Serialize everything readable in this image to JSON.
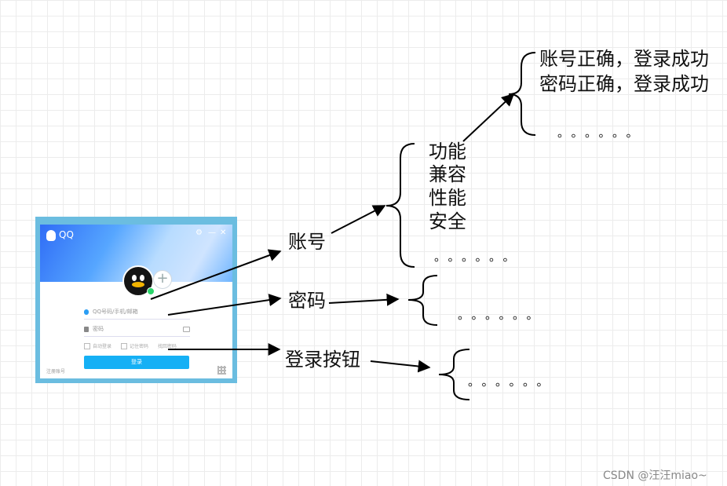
{
  "qq_window": {
    "title": "QQ",
    "account_placeholder": "QQ号码/手机/邮箱",
    "password_placeholder": "密码",
    "auto_login": "自动登录",
    "remember_password": "记住密码",
    "retrieve_password": "找回密码",
    "login_button": "登录",
    "register_account": "注册账号",
    "settings_icon": "gear-icon",
    "minimize_icon": "minimize-icon",
    "close_icon": "close-icon"
  },
  "nodes": {
    "account": "账号",
    "password": "密码",
    "login_button": "登录按钮",
    "account_branches": [
      "功能",
      "兼容",
      "性能",
      "安全"
    ],
    "function_branches": [
      "账号正确，登录成功",
      "密码正确，登录成功"
    ],
    "ellipsis": "。。。。。。"
  },
  "watermark": "CSDN @汪汪miao~",
  "colors": {
    "line": "#000000",
    "login_button": "#15b0f5",
    "frame": "#6bbde0"
  }
}
